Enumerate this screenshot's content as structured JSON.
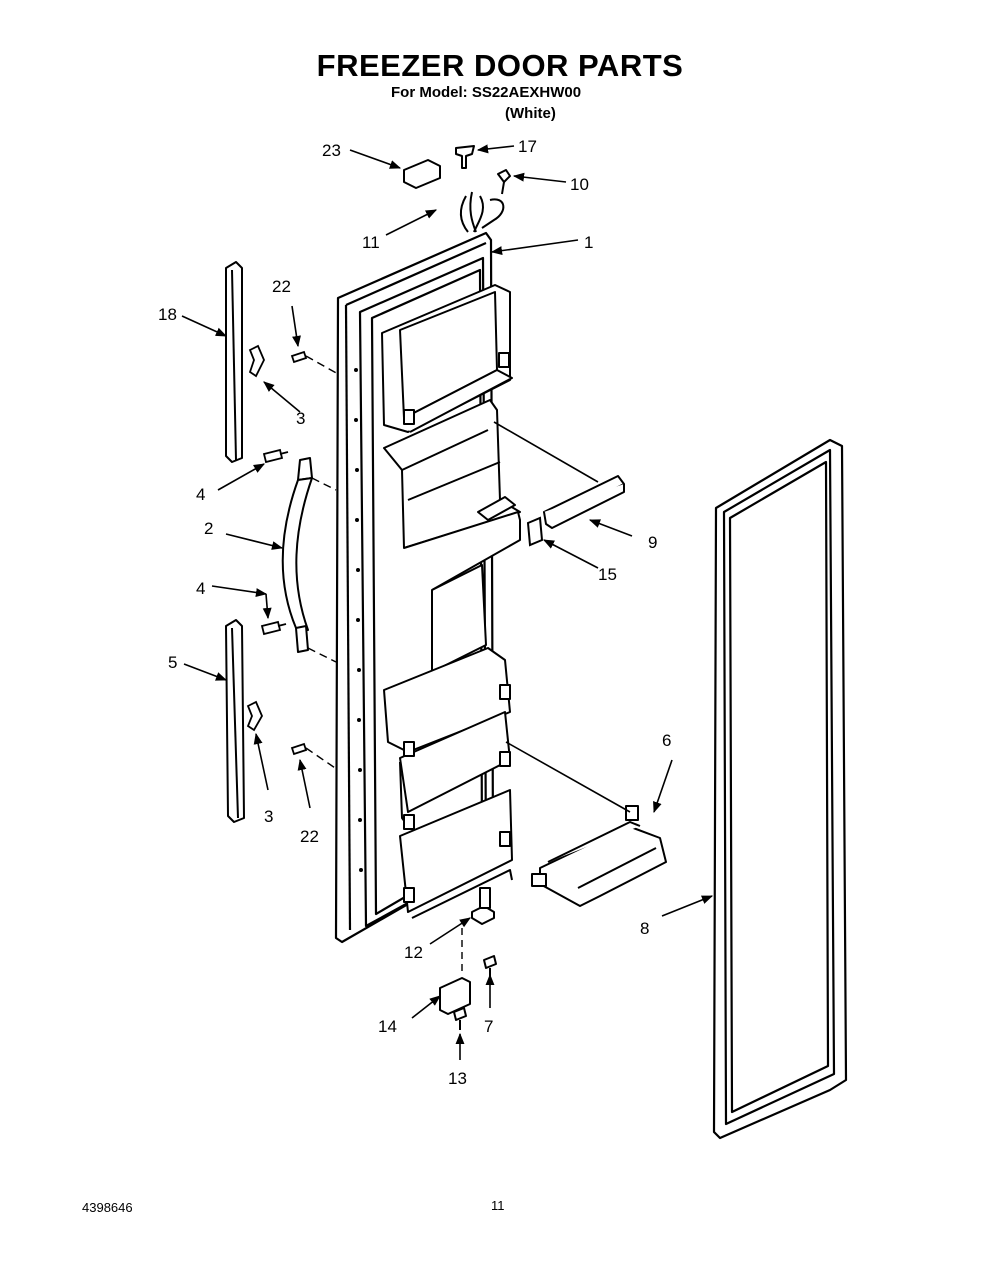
{
  "header": {
    "title": "FREEZER DOOR PARTS",
    "model_line": "For Model: SS22AEXHW00",
    "color_line": "(White)"
  },
  "footer": {
    "doc_number": "4398646",
    "page_number": "11"
  },
  "callouts": [
    "23",
    "17",
    "10",
    "11",
    "1",
    "22",
    "18",
    "3",
    "4",
    "2",
    "9",
    "15",
    "4",
    "5",
    "6",
    "3",
    "22",
    "12",
    "8",
    "14",
    "7",
    "13"
  ]
}
